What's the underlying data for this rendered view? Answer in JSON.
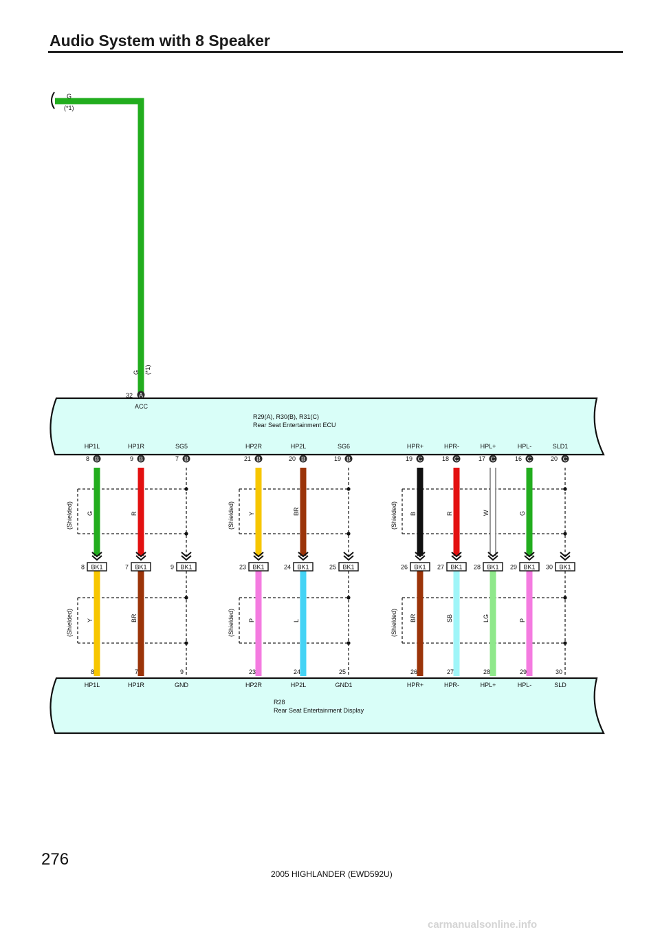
{
  "page": {
    "title": "Audio System with 8 Speaker",
    "page_number": "276",
    "footer": "2005 HIGHLANDER (EWD592U)",
    "watermark": "carmanualsonline.info"
  },
  "colors": {
    "G": "#22ad1e",
    "R": "#e31010",
    "Y": "#f7c600",
    "BR": "#9b3409",
    "B": "#111111",
    "W": "#ffffff",
    "P": "#f47be0",
    "L": "#44d3f5",
    "SB": "#9ff5f8",
    "LG": "#8fe88b",
    "ecu_fill": "#d9fef8"
  },
  "input_wire": {
    "color_code": "G",
    "note": "(*1)",
    "pin": "32",
    "connector": "A",
    "terminal": "ACC"
  },
  "ecu": {
    "id": "R29(A), R30(B), R31(C)",
    "name": "Rear Seat Entertainment ECU"
  },
  "display": {
    "id": "R28",
    "name": "Rear Seat Entertainment Display"
  },
  "shield_label": "(Shielded)",
  "junction_connector": "BK1",
  "circuits": [
    {
      "ecu_terminal": "HP1L",
      "ecu_pin": "8",
      "ecu_conn": "B",
      "upper_color": "G",
      "jc_pin": "8",
      "lower_color": "Y",
      "disp_pin": "8",
      "disp_terminal": "HP1L"
    },
    {
      "ecu_terminal": "HP1R",
      "ecu_pin": "9",
      "ecu_conn": "B",
      "upper_color": "R",
      "jc_pin": "7",
      "lower_color": "BR",
      "disp_pin": "7",
      "disp_terminal": "HP1R"
    },
    {
      "ecu_terminal": "SG5",
      "ecu_pin": "7",
      "ecu_conn": "B",
      "upper_color": "",
      "jc_pin": "9",
      "lower_color": "",
      "disp_pin": "9",
      "disp_terminal": "GND"
    },
    {
      "ecu_terminal": "HP2R",
      "ecu_pin": "21",
      "ecu_conn": "B",
      "upper_color": "Y",
      "jc_pin": "23",
      "lower_color": "P",
      "disp_pin": "23",
      "disp_terminal": "HP2R"
    },
    {
      "ecu_terminal": "HP2L",
      "ecu_pin": "20",
      "ecu_conn": "B",
      "upper_color": "BR",
      "jc_pin": "24",
      "lower_color": "L",
      "disp_pin": "24",
      "disp_terminal": "HP2L"
    },
    {
      "ecu_terminal": "SG6",
      "ecu_pin": "19",
      "ecu_conn": "B",
      "upper_color": "",
      "jc_pin": "25",
      "lower_color": "",
      "disp_pin": "25",
      "disp_terminal": "GND1"
    },
    {
      "ecu_terminal": "HPR+",
      "ecu_pin": "19",
      "ecu_conn": "C",
      "upper_color": "B",
      "jc_pin": "26",
      "lower_color": "BR",
      "disp_pin": "26",
      "disp_terminal": "HPR+"
    },
    {
      "ecu_terminal": "HPR-",
      "ecu_pin": "18",
      "ecu_conn": "C",
      "upper_color": "R",
      "jc_pin": "27",
      "lower_color": "SB",
      "disp_pin": "27",
      "disp_terminal": "HPR-"
    },
    {
      "ecu_terminal": "HPL+",
      "ecu_pin": "17",
      "ecu_conn": "C",
      "upper_color": "W",
      "jc_pin": "28",
      "lower_color": "LG",
      "disp_pin": "28",
      "disp_terminal": "HPL+"
    },
    {
      "ecu_terminal": "HPL-",
      "ecu_pin": "16",
      "ecu_conn": "C",
      "upper_color": "G",
      "jc_pin": "29",
      "lower_color": "P",
      "disp_pin": "29",
      "disp_terminal": "HPL-"
    },
    {
      "ecu_terminal": "SLD1",
      "ecu_pin": "20",
      "ecu_conn": "C",
      "upper_color": "",
      "jc_pin": "30",
      "lower_color": "",
      "disp_pin": "30",
      "disp_terminal": "SLD"
    }
  ]
}
